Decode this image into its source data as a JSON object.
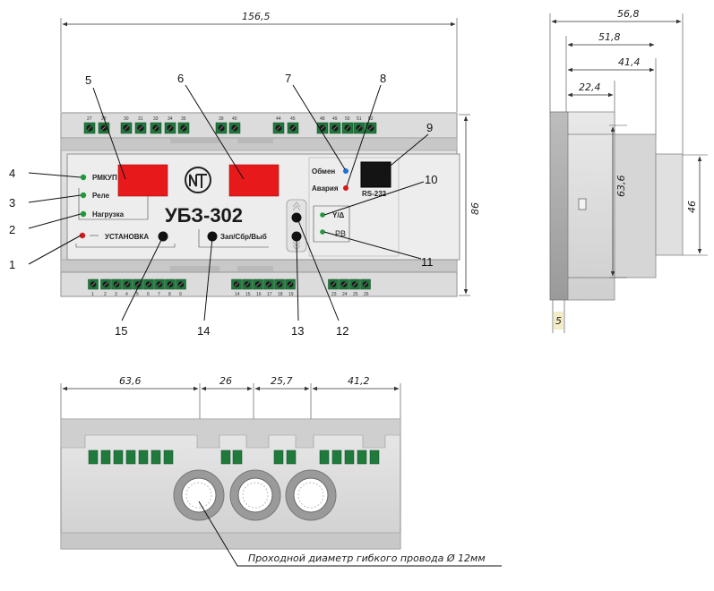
{
  "front_view": {
    "overall_width": "156,5",
    "overall_height": "86",
    "model": "УБЗ-302",
    "led_labels": {
      "rmkup": "РМКУП",
      "rele": "Реле",
      "nagruzka": "Нагрузка",
      "obmen": "Обмен",
      "avariya": "Авария",
      "y_delta": "Y/Δ",
      "rv": "РВ"
    },
    "button_labels": {
      "setup": "УСТАНОВКА",
      "save": "Зап/Сбр/Выб"
    },
    "port_label": "RS-232",
    "top_terminals": [
      "27",
      "28",
      "30",
      "31",
      "33",
      "34",
      "35",
      "39",
      "40",
      "44",
      "45",
      "48",
      "49",
      "50",
      "51",
      "52"
    ],
    "bottom_terminals": [
      "1",
      "2",
      "3",
      "4",
      "5",
      "6",
      "7",
      "8",
      "9",
      "14",
      "15",
      "16",
      "17",
      "18",
      "19",
      "23",
      "24",
      "25",
      "26"
    ],
    "callouts": [
      "1",
      "2",
      "3",
      "4",
      "5",
      "6",
      "7",
      "8",
      "9",
      "10",
      "11",
      "12",
      "13",
      "14",
      "15"
    ]
  },
  "side_view": {
    "dims": [
      "56,8",
      "51,8",
      "41,4",
      "22,4",
      "63,6",
      "46",
      "5"
    ]
  },
  "bottom_view": {
    "dims": [
      "63,6",
      "26",
      "25,7",
      "41,2"
    ],
    "note": "Проходной диаметр гибкого провода Ø 12мм"
  },
  "colors": {
    "display_red": "#e8191a",
    "led_green": "#1f9a3a",
    "led_red": "#d81818",
    "led_blue": "#1e6fd8",
    "terminal_green": "#1f7a3c",
    "housing": "#d8d8d8"
  }
}
